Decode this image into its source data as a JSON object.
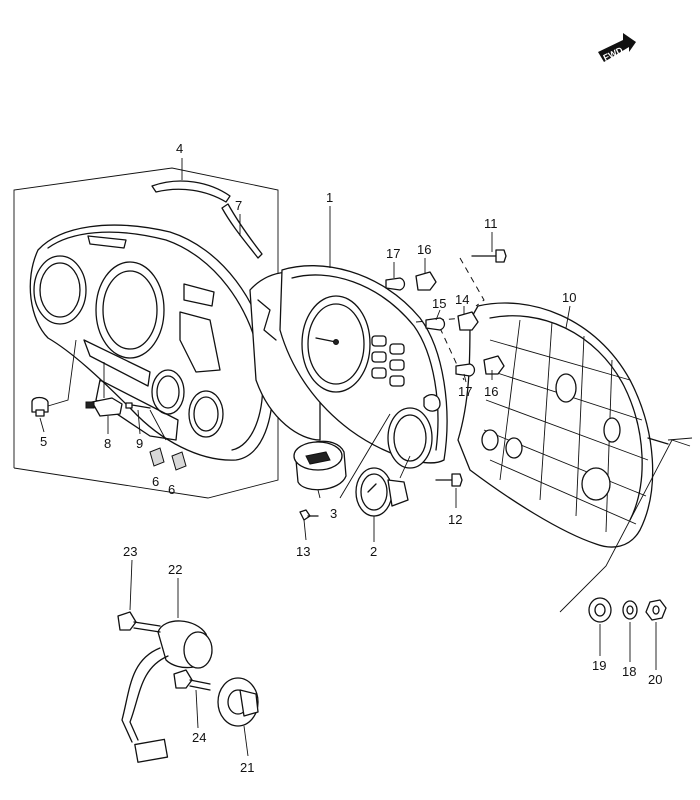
{
  "fwd_label": "FWD",
  "callouts": [
    {
      "id": "c4",
      "text": "4"
    },
    {
      "id": "c7",
      "text": "7"
    },
    {
      "id": "c1",
      "text": "1"
    },
    {
      "id": "c11",
      "text": "11"
    },
    {
      "id": "c17a",
      "text": "17"
    },
    {
      "id": "c16a",
      "text": "16"
    },
    {
      "id": "c15",
      "text": "15"
    },
    {
      "id": "c14",
      "text": "14"
    },
    {
      "id": "c10",
      "text": "10"
    },
    {
      "id": "c17b",
      "text": "17"
    },
    {
      "id": "c16b",
      "text": "16"
    },
    {
      "id": "c5",
      "text": "5"
    },
    {
      "id": "c8",
      "text": "8"
    },
    {
      "id": "c9",
      "text": "9"
    },
    {
      "id": "c6a",
      "text": "6"
    },
    {
      "id": "c6b",
      "text": "6"
    },
    {
      "id": "c3",
      "text": "3"
    },
    {
      "id": "c13",
      "text": "13"
    },
    {
      "id": "c2",
      "text": "2"
    },
    {
      "id": "c12",
      "text": "12"
    },
    {
      "id": "c23",
      "text": "23"
    },
    {
      "id": "c22",
      "text": "22"
    },
    {
      "id": "c24",
      "text": "24"
    },
    {
      "id": "c21",
      "text": "21"
    },
    {
      "id": "c19",
      "text": "19"
    },
    {
      "id": "c18",
      "text": "18"
    },
    {
      "id": "c20",
      "text": "20"
    }
  ]
}
